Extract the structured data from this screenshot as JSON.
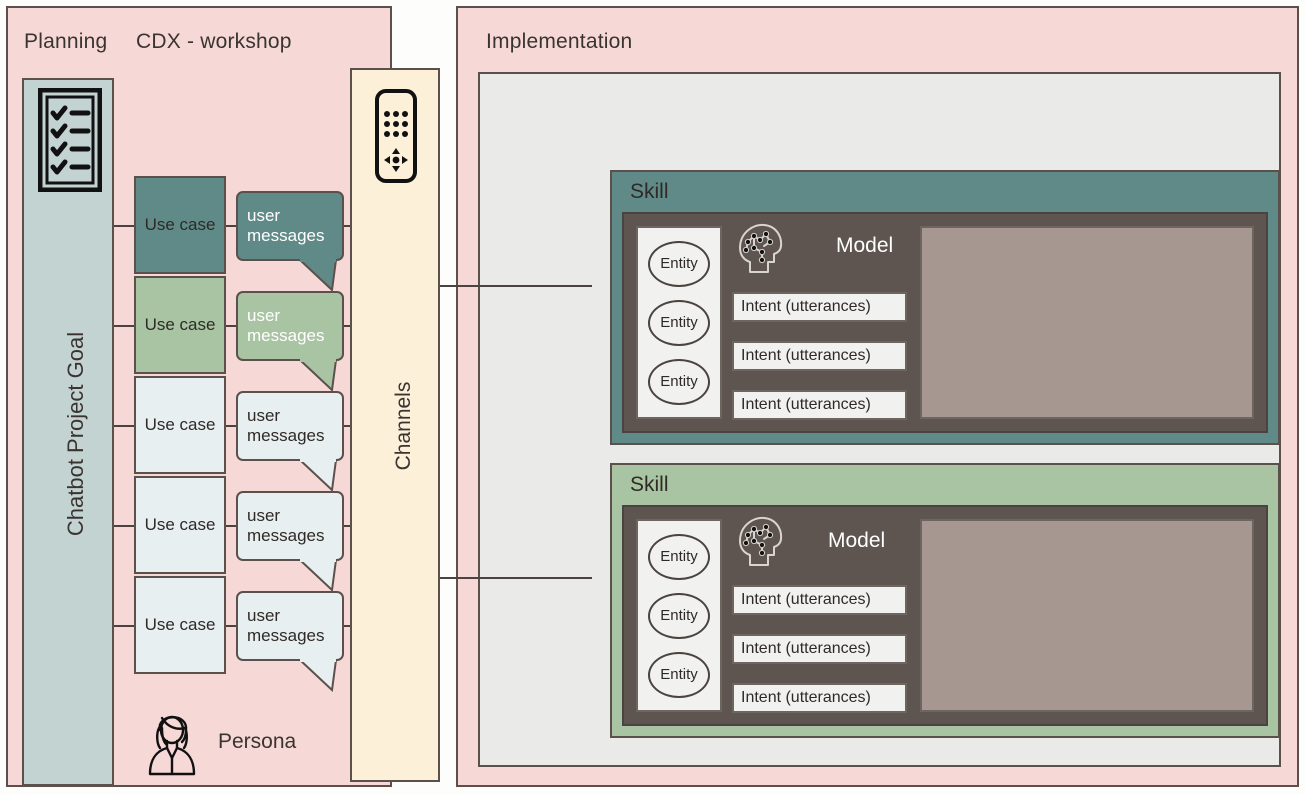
{
  "planning": {
    "title": "Planning",
    "workshop_title": "CDX - workshop",
    "goal_label": "Chatbot Project Goal",
    "checklist_icon": "checklist-icon",
    "persona_label": "Persona",
    "persona_icon": "persona-icon",
    "use_cases": [
      {
        "label": "Use case",
        "tone": "teal",
        "bubble": {
          "line1": "user",
          "line2": "messages"
        }
      },
      {
        "label": "Use case",
        "tone": "green",
        "bubble": {
          "line1": "user",
          "line2": "messages"
        }
      },
      {
        "label": "Use case",
        "tone": "pale",
        "bubble": {
          "line1": "user",
          "line2": "messages"
        }
      },
      {
        "label": "Use case",
        "tone": "pale",
        "bubble": {
          "line1": "user",
          "line2": "messages"
        }
      },
      {
        "label": "Use case",
        "tone": "pale",
        "bubble": {
          "line1": "user",
          "line2": "messages"
        }
      }
    ]
  },
  "channels": {
    "label": "Channels",
    "icon": "remote-control-icon"
  },
  "implementation": {
    "title": "Implementation",
    "skills": [
      {
        "title": "Skill",
        "tone": "teal",
        "model_label": "Model",
        "model_icon": "ai-head-icon",
        "entities": [
          "Entity",
          "Entity",
          "Entity"
        ],
        "intents": [
          "Intent (utterances)",
          "Intent (utterances)",
          "Intent (utterances)"
        ]
      },
      {
        "title": "Skill",
        "tone": "green",
        "model_label": "Model",
        "model_icon": "ai-head-icon",
        "entities": [
          "Entity",
          "Entity",
          "Entity"
        ],
        "intents": [
          "Intent (utterances)",
          "Intent (utterances)",
          "Intent (utterances)"
        ]
      }
    ]
  },
  "colors": {
    "pink_panel": "#f6d9d6",
    "goal_blue": "#c3d3d2",
    "teal": "#5f8a87",
    "green": "#a8c4a2",
    "pale": "#e8eff0",
    "channels_cream": "#fcf0d9",
    "impl_gray": "#eaeae8",
    "model_brown": "#5e5450",
    "dialog_mauve": "#a69791",
    "stroke": "#5b504c"
  }
}
